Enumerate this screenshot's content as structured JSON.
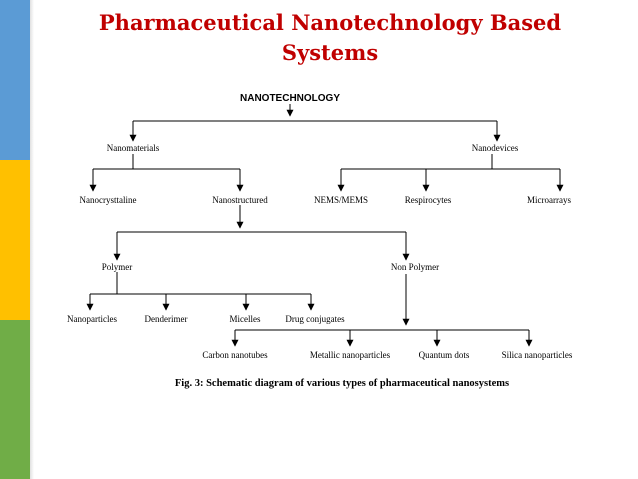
{
  "slide": {
    "title_line1": "Pharmaceutical Nanotechnology Based",
    "title_line2": "Systems",
    "accent_colors": [
      "#5b9bd5",
      "#ffc000",
      "#70ad47"
    ],
    "title_color": "#c00000"
  },
  "diagram": {
    "root": "NANOTECHNOLOGY",
    "nanomaterials": "Nanomaterials",
    "nanodevices": "Nanodevices",
    "nanocrystalline": "Nanocrysttaline",
    "nanostructured": "Nanostructured",
    "nems_mems": "NEMS/MEMS",
    "respirocytes": "Respirocytes",
    "microarrays": "Microarrays",
    "polymer": "Polymer",
    "non_polymer": "Non Polymer",
    "nanoparticles": "Nanoparticles",
    "denderimer": "Denderimer",
    "micelles": "Micelles",
    "drug_conjugates": "Drug conjugates",
    "carbon_nanotubes": "Carbon nanotubes",
    "metallic_nanoparticles": "Metallic nanoparticles",
    "quantum_dots": "Quantum dots",
    "silica_nanoparticles": "Silica nanoparticles",
    "caption": "Fig. 3: Schematic diagram of various types of pharmaceutical nanosystems"
  }
}
